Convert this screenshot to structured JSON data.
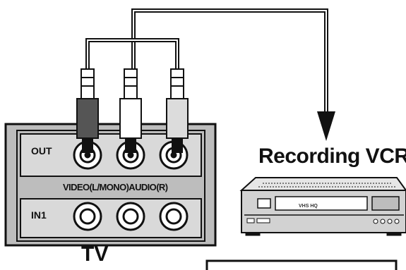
{
  "diagram": {
    "vcr_label": "Recording VCR",
    "tv_label": "TV",
    "out_label": "OUT",
    "in_label": "IN1",
    "jack_label": "VIDEO(L/MONO)AUDIO(R)",
    "vcr_brand": "VHS HQ"
  },
  "colors": {
    "outline": "#111111",
    "panel": "#bdbdbd",
    "inner_panel": "#d9d9d9",
    "cable": "#555555",
    "plug_video": "#555555",
    "plug_left": "#ffffff",
    "plug_right": "#dcdcdc"
  }
}
